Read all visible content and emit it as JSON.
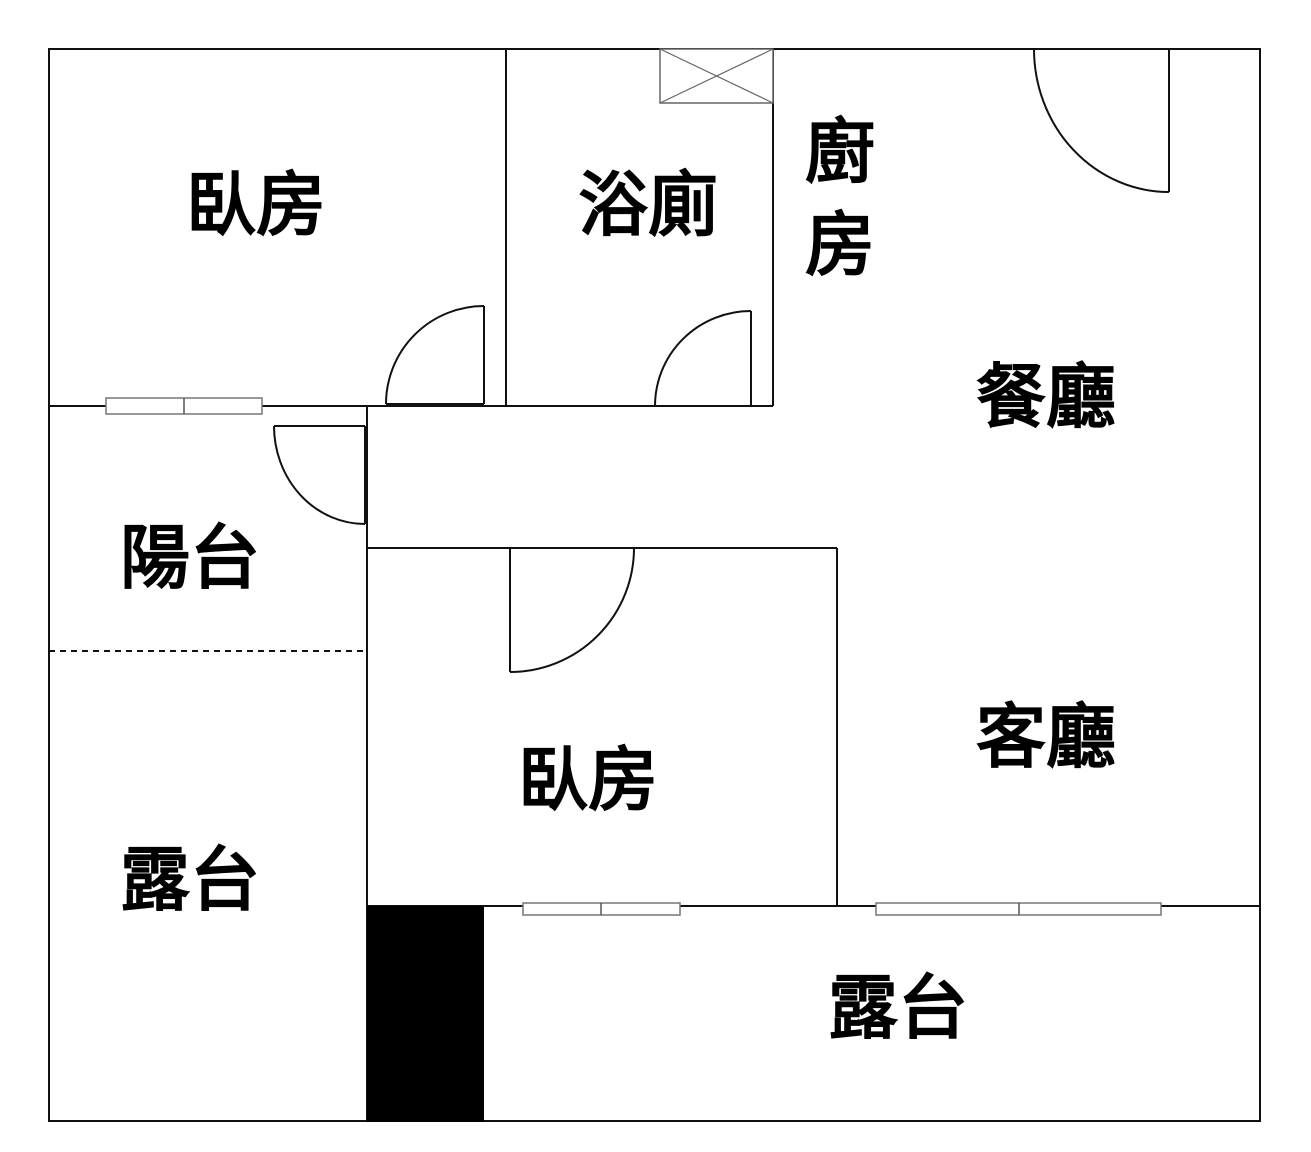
{
  "rooms": {
    "bedroom_top": "臥房",
    "bathroom": "浴廁",
    "kitchen_1": "廚",
    "kitchen_2": "房",
    "dining": "餐廳",
    "balcony": "陽台",
    "terrace_left": "露台",
    "bedroom_bottom": "臥房",
    "living": "客廳",
    "terrace_bottom": "露台"
  },
  "colors": {
    "wall": "#111111",
    "column": "#000000",
    "background": "#ffffff"
  }
}
